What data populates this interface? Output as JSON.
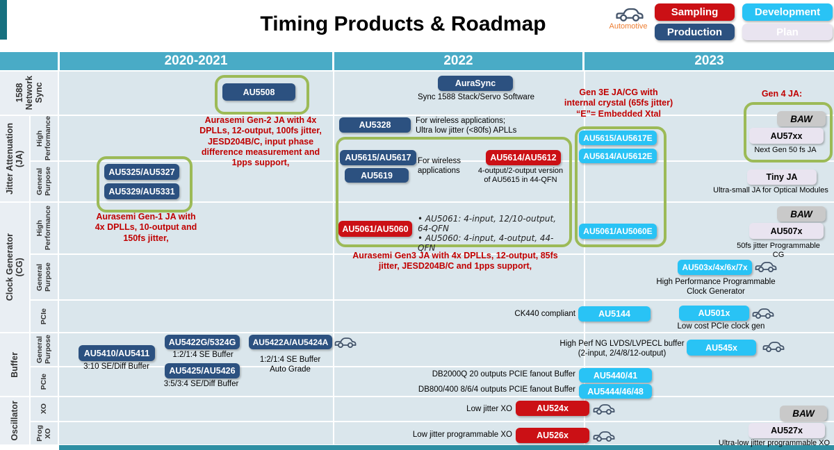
{
  "title": "Timing Products & Roadmap",
  "legend": {
    "automotive": "Automotive",
    "sampling": "Sampling",
    "development": "Development",
    "production": "Production",
    "plan": "Plan"
  },
  "columns": {
    "c1": "2020-2021",
    "c2": "2022",
    "c3": "2023"
  },
  "rows": {
    "net1588": {
      "label": "1588\nNetwork\nSync"
    },
    "ja": {
      "label": "Jitter Attenuation\n(JA)",
      "hp": "High\nPerformance",
      "gp": "General\nPurpose"
    },
    "cg": {
      "label": "Clock Generator\n(CG)",
      "hp": "High\nPerformance",
      "gp": "General\nPurpose",
      "pcie": "PCIe"
    },
    "buffer": {
      "label": "Buffer",
      "gp": "General\nPurpose",
      "pcie": "PCIe"
    },
    "osc": {
      "label": "Oscillator",
      "xo": "XO",
      "pxo": "Prog\nXO"
    }
  },
  "sync1588": {
    "au5508": "AU5508",
    "aurasync": "AuraSync",
    "aurasync_caption": "Sync 1588 Stack/Servo Software"
  },
  "notes": {
    "gen3e": "Gen 3E JA/CG with\ninternal crystal (65fs jitter)\n“E”= Embedded Xtal",
    "gen4": "Gen 4 JA:",
    "gen2": "Aurasemi Gen-2 JA with 4x\nDPLLs,  12-output, 100fs jitter,\nJESD204B/C, input phase\ndifference measurement and\n1pps support,",
    "gen1": "Aurasemi Gen-1 JA with\n4x DPLLs, 10-output and\n150fs jitter,",
    "gen3": "Aurasemi Gen3 JA with 4x DPLLs, 12-output, 85fs\njitter, JESD204B/C and 1pps support,"
  },
  "ja": {
    "au5328": "AU5328",
    "au5328_caption": "For wireless applications;\nUltra low jitter (<80fs) APLLs",
    "au5615_17": "AU5615/AU5617",
    "au5619": "AU5619",
    "wireless_caption": "For wireless\napplications",
    "au5614_12": "AU5614/AU5612",
    "au5614_12_caption": "4-output/2-output version\nof AU5615 in 44-QFN",
    "au5615_17e": "AU5615/AU5617E",
    "au5614_12e": "AU5614/AU5612E",
    "baw": "BAW",
    "au57xx": "AU57xx",
    "au57xx_caption": "Next Gen 50 fs JA",
    "au5325_27": "AU5325/AU5327",
    "au5329_31": "AU5329/AU5331",
    "tiny_ja": "Tiny JA",
    "tiny_ja_caption": "Ultra-small JA for Optical Modules"
  },
  "cg": {
    "au5061_60": "AU5061/AU5060",
    "bullets": "• AU5061: 4-input, 12/10-output,\n64-QFN\n• AU5060: 4-input, 4-output, 44-\nQFN",
    "au5061_60e": "AU5061/AU5060E",
    "baw": "BAW",
    "au507x": "AU507x",
    "au507x_caption": "50fs jitter Programmable\nCG",
    "au503x": "AU503x/4x/6x/7x",
    "au503x_caption": "High Performance Programmable\nClock Generator",
    "ck440": "CK440 compliant",
    "au5144": "AU5144",
    "au501x": "AU501x",
    "au501x_caption": "Low cost PCIe clock gen"
  },
  "buffer": {
    "au5410_11": "AU5410/AU5411",
    "au5410_caption": "3:10 SE/Diff Buffer",
    "au5422g": "AU5422G/5324G",
    "au5422g_caption": "1:2/1:4 SE Buffer",
    "au5425_26": "AU5425/AU5426",
    "au5425_caption": "3:5/3:4 SE/Diff Buffer",
    "au5422a": "AU5422A/AU5424A",
    "au5422a_caption": "1:2/1:4 SE Buffer\nAuto Grade",
    "lvds_caption": "High Perf NG LVDS/LVPECL buffer\n(2-input, 2/4/8/12-output)",
    "au545x": "AU545x",
    "db2000q": "DB2000Q  20 outputs PCIE fanout Buffer",
    "au5440_41": "AU5440/41",
    "db800": "DB800/400 8/6/4 outputs PCIE fanout Buffer",
    "au5444": "AU5444/46/48"
  },
  "osc": {
    "low_jitter_xo": "Low jitter XO",
    "au524x": "AU524x",
    "baw": "BAW",
    "low_jitter_pxo": "Low jitter programmable XO",
    "au526x": "AU526x",
    "au527x": "AU527x",
    "au527x_caption": "Ultra-low jitter programmable XO"
  },
  "colors": {
    "sampling": "#cb1015",
    "development": "#29c3f5",
    "production": "#2c5180",
    "plan": "#e9e4f0",
    "baw": "#c9c9c9",
    "header_teal": "#49abc6",
    "green_outline": "#9cba57",
    "red_text": "#c00000",
    "automotive_orange": "#ed7d31",
    "car_icon": "#44546a"
  }
}
